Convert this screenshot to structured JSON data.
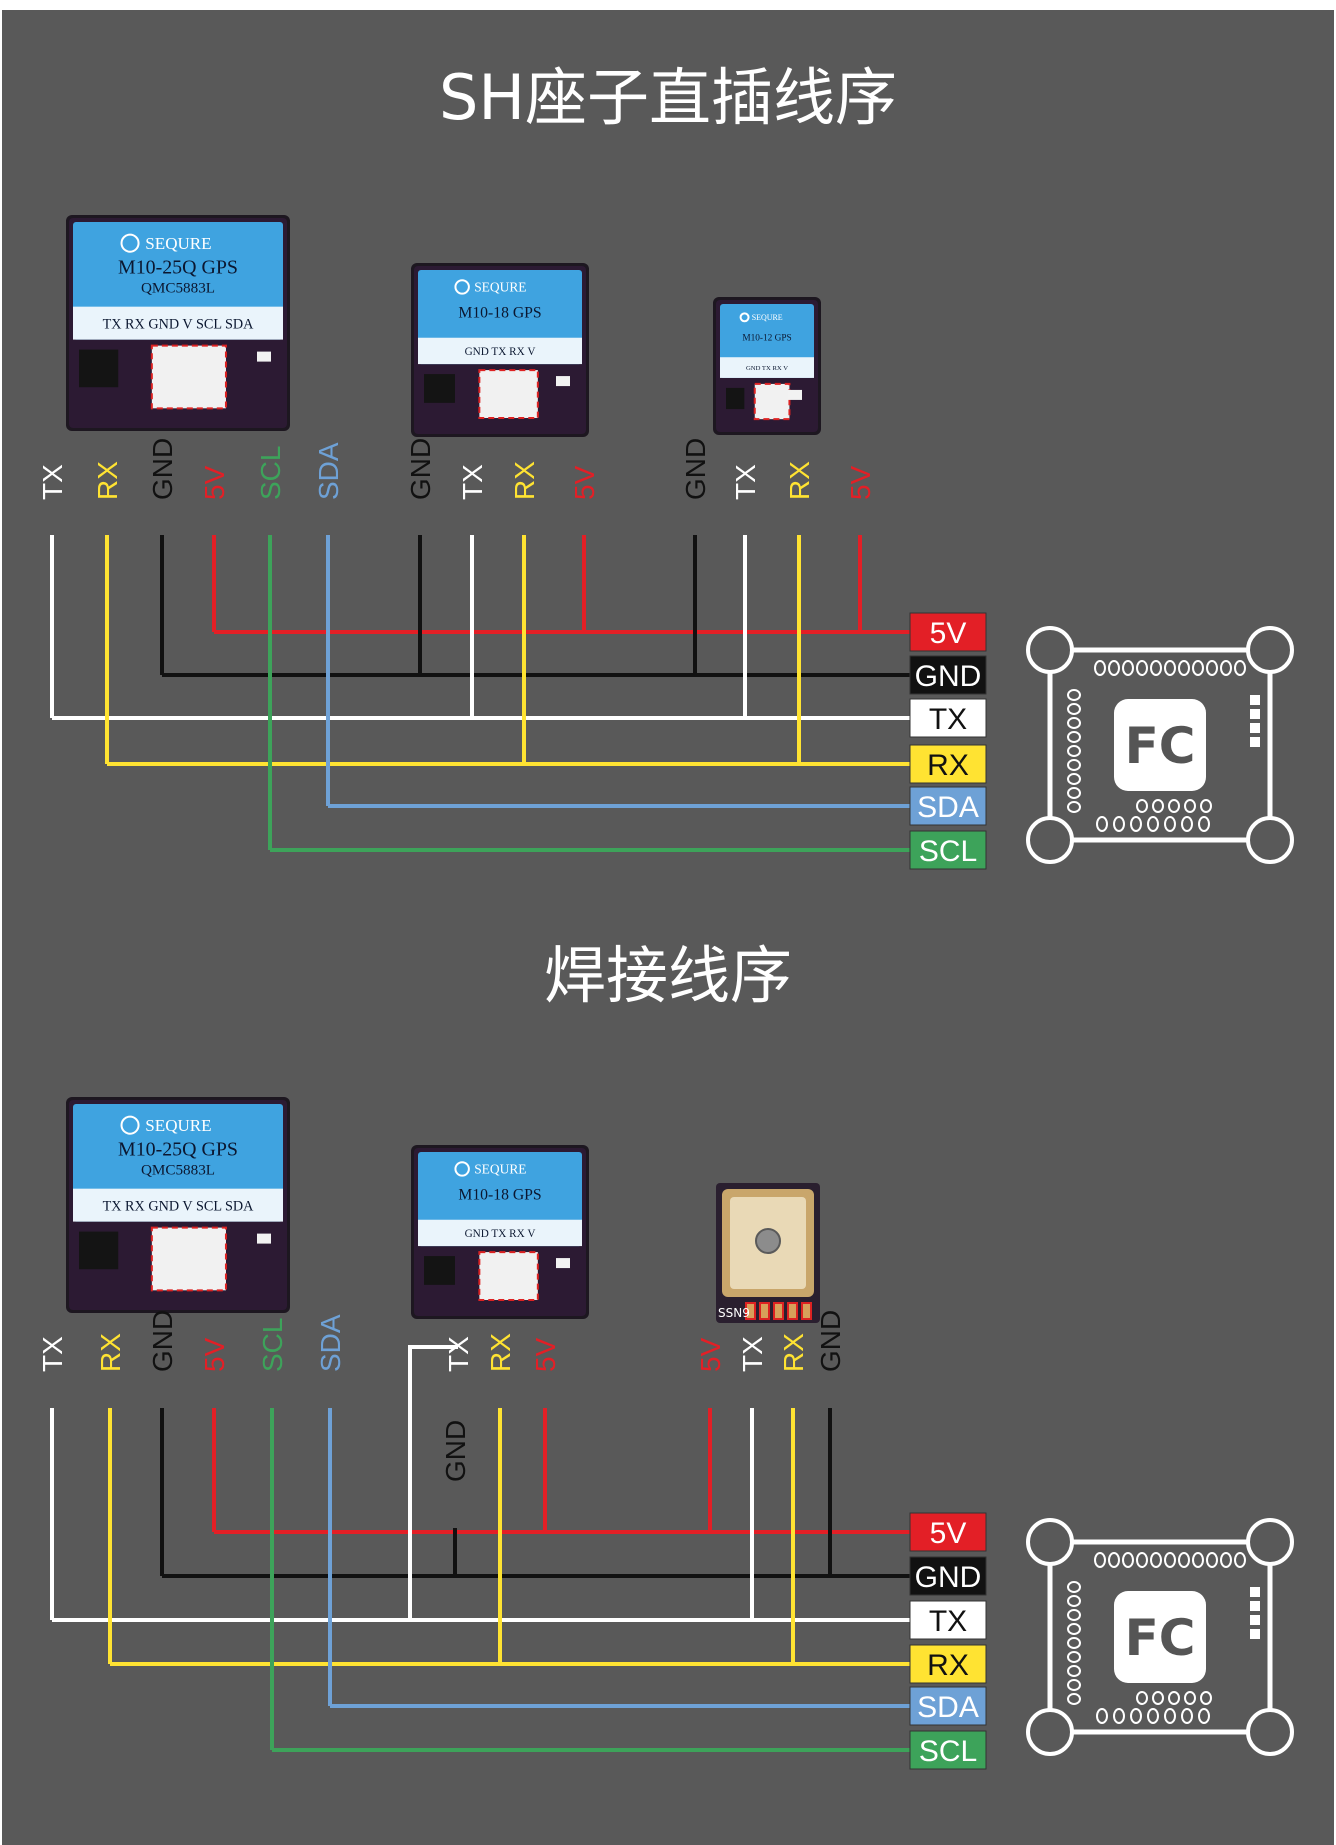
{
  "colors": {
    "background": "#595959",
    "wire_5v": "#e31f26",
    "wire_gnd": "#111111",
    "wire_tx": "#ffffff",
    "wire_rx": "#ffe332",
    "wire_sda": "#6ea1d6",
    "wire_scl": "#3da35a",
    "module_label": "#3fa3e0",
    "pcb": "#2c1a33"
  },
  "sections": [
    {
      "title": "SH座子直插线序",
      "modules": [
        {
          "brand": "SEQURE",
          "model": "M10-25Q GPS",
          "chip": "QMC5883L",
          "pins": "TX RX GND V SCL SDA"
        },
        {
          "brand": "SEQURE",
          "model": "M10-18 GPS",
          "pins": "GND TX RX V"
        },
        {
          "brand": "SEQURE",
          "model": "M10-12 GPS",
          "pins": "GND TX RX V"
        }
      ],
      "pin_labels": [
        "TX",
        "RX",
        "GND",
        "5V",
        "SCL",
        "SDA",
        "GND",
        "TX",
        "RX",
        "5V",
        "GND",
        "TX",
        "RX",
        "5V"
      ]
    },
    {
      "title": "焊接线序",
      "modules": [
        {
          "brand": "SEQURE",
          "model": "M10-25Q GPS",
          "chip": "QMC5883L",
          "pins": "TX RX GND V SCL SDA"
        },
        {
          "brand": "SEQURE",
          "model": "M10-18 GPS",
          "pins": "GND TX RX V"
        },
        {
          "silk": "SSN9"
        }
      ],
      "pin_labels": [
        "TX",
        "RX",
        "GND",
        "5V",
        "SCL",
        "SDA",
        "TX",
        "RX",
        "5V",
        "GND",
        "5V",
        "TX",
        "RX",
        "GND"
      ]
    }
  ],
  "fc_pins": [
    "5V",
    "GND",
    "TX",
    "RX",
    "SDA",
    "SCL"
  ],
  "fc_label": "FC"
}
